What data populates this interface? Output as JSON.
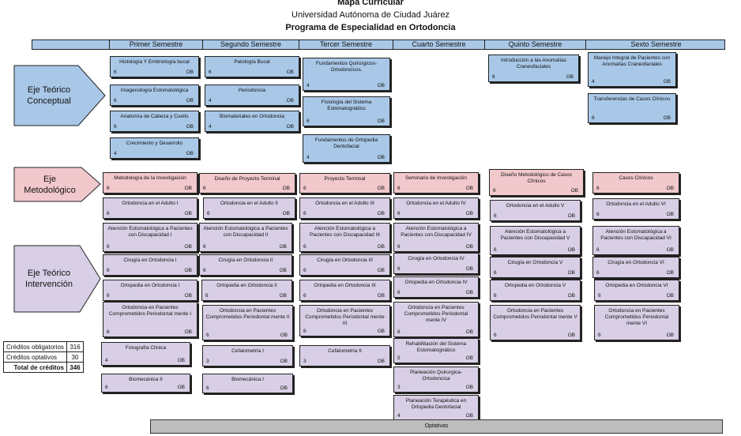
{
  "header": {
    "title": "Mapa Curricular",
    "university": "Universidad Autónoma de Ciudad Juárez",
    "program": "Programa de Especialidad en Ortodoncia"
  },
  "semesters": [
    "Primer Semestre",
    "Segundo Semestre",
    "Tercer Semestre",
    "Cuarto Semestre",
    "Quinto Semestre",
    "Sexto Semestre"
  ],
  "axes": {
    "conceptual": "Eje Teórico Conceptual",
    "metodologico": "Eje Metodológico",
    "intervencion": "Eje Teórico Intervención"
  },
  "colors": {
    "conceptual": "#a9c8e8",
    "metodologico": "#f1c8cc",
    "intervencion": "#d8cfe6",
    "optativas": "#bdbdbd"
  },
  "courses": [
    {
      "name": "Histología Y Embriología bucal",
      "cr": "6",
      "tp": "OB",
      "color": "blue"
    },
    {
      "name": "Imagenología Estomatológica",
      "cr": "6",
      "tp": "OB",
      "color": "blue"
    },
    {
      "name": "Anatomía de Cabeza y Cuello",
      "cr": "6",
      "tp": "OB",
      "color": "blue"
    },
    {
      "name": "Crecimiento y Desarrollo",
      "cr": "4",
      "tp": "OB",
      "color": "blue"
    },
    {
      "name": "Patología Bucal",
      "cr": "6",
      "tp": "OB",
      "color": "blue"
    },
    {
      "name": "Periodoncia",
      "cr": "4",
      "tp": "OB",
      "color": "blue"
    },
    {
      "name": "Biomateriales en Ortodoncia",
      "cr": "4",
      "tp": "OB",
      "color": "blue"
    },
    {
      "name": "Fundamentos Quirúrgicos-Ortodoncicos.",
      "cr": "4",
      "tp": "OB",
      "color": "blue"
    },
    {
      "name": "Fisiología del Sistema Estomatognático",
      "cr": "6",
      "tp": "OB",
      "color": "blue"
    },
    {
      "name": "Fundamentos de Ortopedia Dentofacial",
      "cr": "4",
      "tp": "OB",
      "color": "blue"
    },
    {
      "name": "Introducción a las Anomalías Craneofaciales",
      "cr": "6",
      "tp": "OB",
      "color": "blue"
    },
    {
      "name": "Manejo Integral de Pacientes con Anomalías Craneofaciales",
      "cr": "4",
      "tp": "OB",
      "color": "blue"
    },
    {
      "name": "Transferencias de Casos Clínicos",
      "cr": "6",
      "tp": "OB",
      "color": "blue"
    },
    {
      "name": "Metodología de la Investigación",
      "cr": "6",
      "tp": "OB",
      "color": "pink"
    },
    {
      "name": "Diseño de Proyecto Terminal",
      "cr": "6",
      "tp": "OB",
      "color": "pink"
    },
    {
      "name": "Proyecto Terminal",
      "cr": "6",
      "tp": "OB",
      "color": "pink"
    },
    {
      "name": "Seminario de Investigación",
      "cr": "6",
      "tp": "OB",
      "color": "pink"
    },
    {
      "name": "Diseño Metodológico de Casos Clínicos",
      "cr": "6",
      "tp": "OB",
      "color": "pink"
    },
    {
      "name": "Casos Clínicos",
      "cr": "6",
      "tp": "OB",
      "color": "pink"
    },
    {
      "name": "Ortodoncia en el Adulto I",
      "cr": "6",
      "tp": "OB",
      "color": "purple"
    },
    {
      "name": "Ortodoncia en el Adulto II",
      "cr": "6",
      "tp": "OB",
      "color": "purple"
    },
    {
      "name": "Ortodoncia en el Adulto III",
      "cr": "6",
      "tp": "OB",
      "color": "purple"
    },
    {
      "name": "Ortodoncia en el Adulto IV",
      "cr": "6",
      "tp": "OB",
      "color": "purple"
    },
    {
      "name": "Ortodoncia en el Adulto V",
      "cr": "6",
      "tp": "OB",
      "color": "purple"
    },
    {
      "name": "Ortodoncia en el Adulto VI",
      "cr": "6",
      "tp": "OB",
      "color": "purple"
    },
    {
      "name": "Atención Estomatológica a Pacientes con Discapacidad I",
      "cr": "6",
      "tp": "OB",
      "color": "purple"
    },
    {
      "name": "Atención Estomatológica a Pacientes con Discapacidad II",
      "cr": "6",
      "tp": "OB",
      "color": "purple"
    },
    {
      "name": "Atención Estomatológica a Pacientes con Discapacidad III",
      "cr": "6",
      "tp": "OB",
      "color": "purple"
    },
    {
      "name": "Atención Estomatológica a Pacientes con Discapacidad IV",
      "cr": "6",
      "tp": "OB",
      "color": "purple"
    },
    {
      "name": "Atención Estomatológica a Pacientes con Discapacidad V",
      "cr": "6",
      "tp": "OB",
      "color": "purple"
    },
    {
      "name": "Atención Estomatológica a Pacientes con Discapacidad VI",
      "cr": "6",
      "tp": "OB",
      "color": "purple"
    },
    {
      "name": "Cirugía en Ortodoncia I",
      "cr": "6",
      "tp": "OB",
      "color": "purple"
    },
    {
      "name": "Cirugía en Ortodoncia II",
      "cr": "6",
      "tp": "OB",
      "color": "purple"
    },
    {
      "name": "Cirugía en Ortodoncia III",
      "cr": "6",
      "tp": "OB",
      "color": "purple"
    },
    {
      "name": "Cirugía en Ortodoncia IV",
      "cr": "6",
      "tp": "OB",
      "color": "purple"
    },
    {
      "name": "Cirugía en Ortodoncia V",
      "cr": "6",
      "tp": "OB",
      "color": "purple"
    },
    {
      "name": "Cirugía en Ortodoncia VI",
      "cr": "6",
      "tp": "OB",
      "color": "purple"
    },
    {
      "name": "Ortopedia en Ortodoncia I",
      "cr": "6",
      "tp": "OB",
      "color": "purple"
    },
    {
      "name": "Ortopedia en Ortodoncia II",
      "cr": "6",
      "tp": "OB",
      "color": "purple"
    },
    {
      "name": "Ortopedia en Ortodoncia III",
      "cr": "6",
      "tp": "OB",
      "color": "purple"
    },
    {
      "name": "Ortopedia en Ortodoncia IV",
      "cr": "6",
      "tp": "OB",
      "color": "purple"
    },
    {
      "name": "Ortopedia en Ortodoncia V",
      "cr": "6",
      "tp": "OB",
      "color": "purple"
    },
    {
      "name": "Ortopedia en Ortodoncia VI",
      "cr": "6",
      "tp": "OB",
      "color": "purple"
    },
    {
      "name": "Ortodoncia en Pacientes Comprometidos Periodontal mente I",
      "cr": "6",
      "tp": "OB",
      "color": "purple"
    },
    {
      "name": "Ortodoncia en Pacientes Comprometidos Periodontal mente II",
      "cr": "6",
      "tp": "OB",
      "color": "purple"
    },
    {
      "name": "Ortodoncia en Pacientes Comprometidos Periodontal mente III",
      "cr": "6",
      "tp": "OB",
      "color": "purple"
    },
    {
      "name": "Ortodoncia en Pacientes Comprometidos Periodontal mente IV",
      "cr": "6",
      "tp": "OB",
      "color": "purple"
    },
    {
      "name": "Ortodoncia en Pacientes Comprometidos Periodontal mente V",
      "cr": "6",
      "tp": "OB",
      "color": "purple"
    },
    {
      "name": "Ortodoncia en Pacientes Comprometidos Periodontal mente VI",
      "cr": "6",
      "tp": "OB",
      "color": "purple"
    },
    {
      "name": "Fotografía Clínica",
      "cr": "4",
      "tp": "OB",
      "color": "purple"
    },
    {
      "name": "Cefalometría I",
      "cr": "3",
      "tp": "OB",
      "color": "purple"
    },
    {
      "name": "Cefalometría II",
      "cr": "3",
      "tp": "OB",
      "color": "purple"
    },
    {
      "name": "Biomecánica I",
      "cr": "6",
      "tp": "OB",
      "color": "purple"
    },
    {
      "name": "Biomecánica II",
      "cr": "6",
      "tp": "OB",
      "color": "purple"
    },
    {
      "name": "Rehabilitación del Sistema Estomatognático",
      "cr": "5",
      "tp": "OB",
      "color": "purple"
    },
    {
      "name": "Planeación Quirurgica-Ortodoncica",
      "cr": "3",
      "tp": "OB",
      "color": "purple"
    },
    {
      "name": "Planeación Terapéutica en Ortopedia Dentofacial",
      "cr": "4",
      "tp": "OB",
      "color": "purple"
    }
  ],
  "credits": {
    "obligatorios_label": "Créditos obligatorios",
    "obligatorios": "316",
    "optativos_label": "Créditos optativos",
    "optativos": "30",
    "total_label": "Total de créditos",
    "total": "346"
  },
  "optativas": "Optativas"
}
